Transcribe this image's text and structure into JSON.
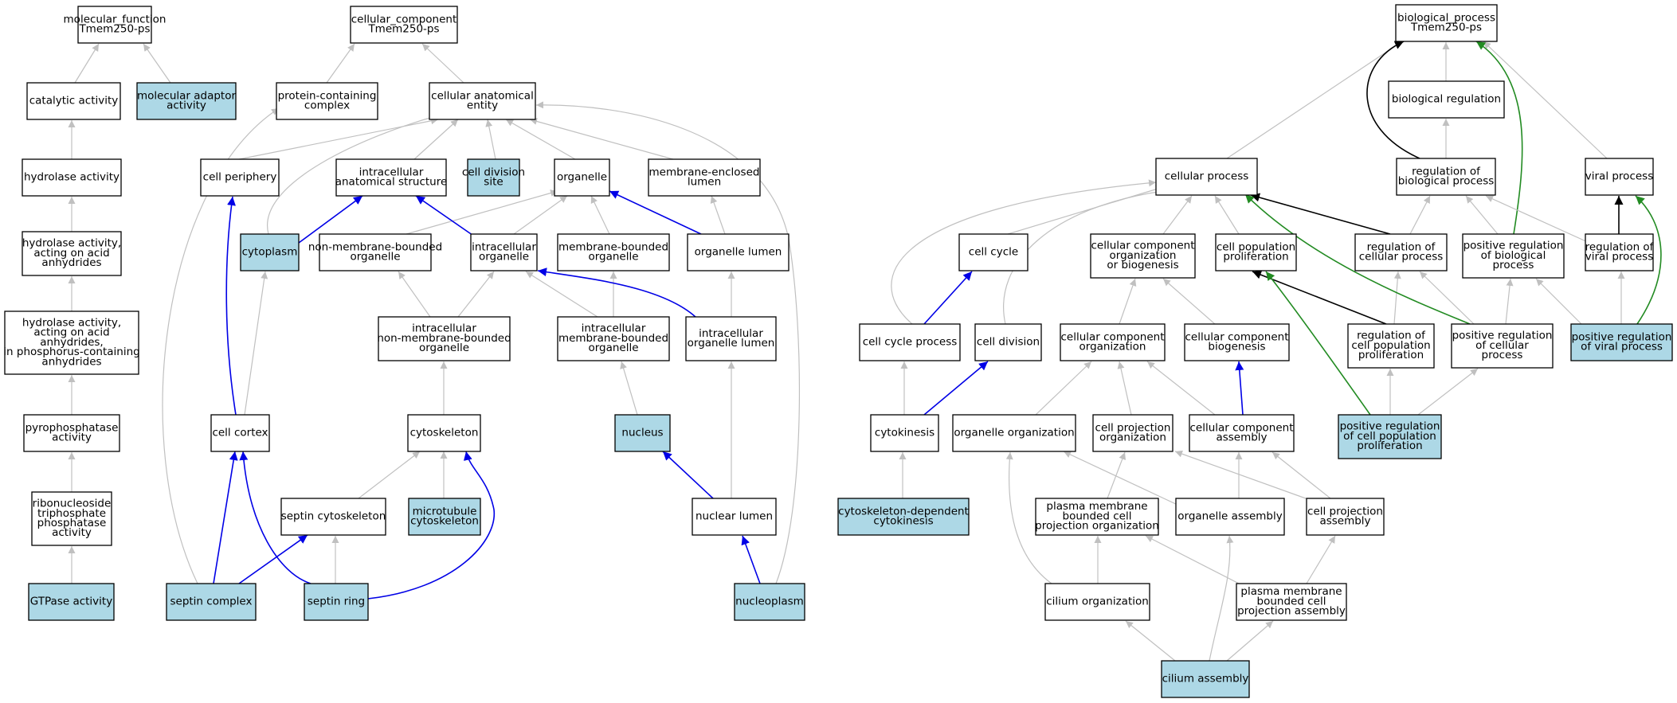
{
  "colors": {
    "highlight_fill": "#add8e6",
    "plain_fill": "#ffffff",
    "is_a_edge": "#c0c0c0",
    "part_of_edge": "#0000e6",
    "regulates_edge": "#000000",
    "positively_regulates_edge": "#228b22"
  },
  "nodes": [
    {
      "id": "mf_root",
      "lines": [
        "molecular_function",
        "Tmem250-ps"
      ],
      "highlight": false
    },
    {
      "id": "catalytic",
      "lines": [
        "catalytic activity"
      ],
      "highlight": false
    },
    {
      "id": "mol_adaptor",
      "lines": [
        "molecular adaptor",
        "activity"
      ],
      "highlight": true
    },
    {
      "id": "hydrolase",
      "lines": [
        "hydrolase activity"
      ],
      "highlight": false
    },
    {
      "id": "hydrolase_acid",
      "lines": [
        "hydrolase activity,",
        "acting on acid",
        "anhydrides"
      ],
      "highlight": false
    },
    {
      "id": "hydrolase_phos",
      "lines": [
        "hydrolase activity,",
        "acting on acid",
        "anhydrides,",
        "in phosphorus-containing",
        "anhydrides"
      ],
      "highlight": false
    },
    {
      "id": "pyrophosphatase",
      "lines": [
        "pyrophosphatase",
        "activity"
      ],
      "highlight": false
    },
    {
      "id": "ntpase",
      "lines": [
        "ribonucleoside",
        "triphosphate",
        "phosphatase",
        "activity"
      ],
      "highlight": false
    },
    {
      "id": "gtpase",
      "lines": [
        "GTPase activity"
      ],
      "highlight": true
    },
    {
      "id": "cc_root",
      "lines": [
        "cellular_component",
        "Tmem250-ps"
      ],
      "highlight": false
    },
    {
      "id": "protein_complex",
      "lines": [
        "protein-containing",
        "complex"
      ],
      "highlight": false
    },
    {
      "id": "cell_anat",
      "lines": [
        "cellular anatomical",
        "entity"
      ],
      "highlight": false
    },
    {
      "id": "cell_periphery",
      "lines": [
        "cell periphery"
      ],
      "highlight": false
    },
    {
      "id": "intra_anat",
      "lines": [
        "intracellular",
        "anatomical structure"
      ],
      "highlight": false
    },
    {
      "id": "cell_div_site",
      "lines": [
        "cell division",
        "site"
      ],
      "highlight": true
    },
    {
      "id": "organelle",
      "lines": [
        "organelle"
      ],
      "highlight": false
    },
    {
      "id": "membrane_lumen",
      "lines": [
        "membrane-enclosed",
        "lumen"
      ],
      "highlight": false
    },
    {
      "id": "cytoplasm",
      "lines": [
        "cytoplasm"
      ],
      "highlight": true
    },
    {
      "id": "non_mem_org",
      "lines": [
        "non-membrane-bounded",
        "organelle"
      ],
      "highlight": false
    },
    {
      "id": "intra_org",
      "lines": [
        "intracellular",
        "organelle"
      ],
      "highlight": false
    },
    {
      "id": "mem_org",
      "lines": [
        "membrane-bounded",
        "organelle"
      ],
      "highlight": false
    },
    {
      "id": "org_lumen",
      "lines": [
        "organelle lumen"
      ],
      "highlight": false
    },
    {
      "id": "intra_non_mem",
      "lines": [
        "intracellular",
        "non-membrane-bounded",
        "organelle"
      ],
      "highlight": false
    },
    {
      "id": "intra_mem",
      "lines": [
        "intracellular",
        "membrane-bounded",
        "organelle"
      ],
      "highlight": false
    },
    {
      "id": "intra_org_lumen",
      "lines": [
        "intracellular",
        "organelle lumen"
      ],
      "highlight": false
    },
    {
      "id": "cell_cortex",
      "lines": [
        "cell cortex"
      ],
      "highlight": false
    },
    {
      "id": "cytoskeleton",
      "lines": [
        "cytoskeleton"
      ],
      "highlight": false
    },
    {
      "id": "nucleus",
      "lines": [
        "nucleus"
      ],
      "highlight": true
    },
    {
      "id": "septin_cyto",
      "lines": [
        "septin cytoskeleton"
      ],
      "highlight": false
    },
    {
      "id": "microtubule_cyto",
      "lines": [
        "microtubule",
        "cytoskeleton"
      ],
      "highlight": true
    },
    {
      "id": "nuclear_lumen",
      "lines": [
        "nuclear lumen"
      ],
      "highlight": false
    },
    {
      "id": "septin_complex",
      "lines": [
        "septin complex"
      ],
      "highlight": true
    },
    {
      "id": "septin_ring",
      "lines": [
        "septin ring"
      ],
      "highlight": true
    },
    {
      "id": "nucleoplasm",
      "lines": [
        "nucleoplasm"
      ],
      "highlight": true
    },
    {
      "id": "bp_root",
      "lines": [
        "biological_process",
        "Tmem250-ps"
      ],
      "highlight": false
    },
    {
      "id": "bio_reg",
      "lines": [
        "biological regulation"
      ],
      "highlight": false
    },
    {
      "id": "cell_proc",
      "lines": [
        "cellular process"
      ],
      "highlight": false
    },
    {
      "id": "reg_bio",
      "lines": [
        "regulation of",
        "biological process"
      ],
      "highlight": false
    },
    {
      "id": "viral_proc",
      "lines": [
        "viral process"
      ],
      "highlight": false
    },
    {
      "id": "cell_cycle",
      "lines": [
        "cell cycle"
      ],
      "highlight": false
    },
    {
      "id": "ccob",
      "lines": [
        "cellular component",
        "organization",
        "or biogenesis"
      ],
      "highlight": false
    },
    {
      "id": "cell_pop_prolif",
      "lines": [
        "cell population",
        "proliferation"
      ],
      "highlight": false
    },
    {
      "id": "reg_cell_proc",
      "lines": [
        "regulation of",
        "cellular process"
      ],
      "highlight": false
    },
    {
      "id": "pos_reg_bio",
      "lines": [
        "positive regulation",
        "of biological",
        "process"
      ],
      "highlight": false
    },
    {
      "id": "reg_viral",
      "lines": [
        "regulation of",
        "viral process"
      ],
      "highlight": false
    },
    {
      "id": "cell_cycle_proc",
      "lines": [
        "cell cycle process"
      ],
      "highlight": false
    },
    {
      "id": "cell_division",
      "lines": [
        "cell division"
      ],
      "highlight": false
    },
    {
      "id": "cc_org",
      "lines": [
        "cellular component",
        "organization"
      ],
      "highlight": false
    },
    {
      "id": "cc_biogen",
      "lines": [
        "cellular component",
        "biogenesis"
      ],
      "highlight": false
    },
    {
      "id": "reg_cell_pop",
      "lines": [
        "regulation of",
        "cell population",
        "proliferation"
      ],
      "highlight": false
    },
    {
      "id": "pos_reg_cell_proc",
      "lines": [
        "positive regulation",
        "of cellular",
        "process"
      ],
      "highlight": false
    },
    {
      "id": "pos_reg_viral",
      "lines": [
        "positive regulation",
        "of viral process"
      ],
      "highlight": true
    },
    {
      "id": "cytokinesis",
      "lines": [
        "cytokinesis"
      ],
      "highlight": false
    },
    {
      "id": "organelle_org",
      "lines": [
        "organelle organization"
      ],
      "highlight": false
    },
    {
      "id": "cell_proj_org",
      "lines": [
        "cell projection",
        "organization"
      ],
      "highlight": false
    },
    {
      "id": "cc_assembly",
      "lines": [
        "cellular component",
        "assembly"
      ],
      "highlight": false
    },
    {
      "id": "pos_reg_cell_pop",
      "lines": [
        "positive regulation",
        "of cell population",
        "proliferation"
      ],
      "highlight": true
    },
    {
      "id": "cyto_dep_cytokinesis",
      "lines": [
        "cytoskeleton-dependent",
        "cytokinesis"
      ],
      "highlight": true
    },
    {
      "id": "pm_proj_org",
      "lines": [
        "plasma membrane",
        "bounded cell",
        "projection organization"
      ],
      "highlight": false
    },
    {
      "id": "organelle_assembly",
      "lines": [
        "organelle assembly"
      ],
      "highlight": false
    },
    {
      "id": "cell_proj_assembly",
      "lines": [
        "cell projection",
        "assembly"
      ],
      "highlight": false
    },
    {
      "id": "cilium_org",
      "lines": [
        "cilium organization"
      ],
      "highlight": false
    },
    {
      "id": "pm_proj_assembly",
      "lines": [
        "plasma membrane",
        "bounded cell",
        "projection assembly"
      ],
      "highlight": false
    },
    {
      "id": "cilium_assembly",
      "lines": [
        "cilium assembly"
      ],
      "highlight": true
    }
  ],
  "edges": [
    {
      "from": "catalytic",
      "to": "mf_root",
      "type": "is_a"
    },
    {
      "from": "mol_adaptor",
      "to": "mf_root",
      "type": "is_a"
    },
    {
      "from": "hydrolase",
      "to": "catalytic",
      "type": "is_a"
    },
    {
      "from": "hydrolase_acid",
      "to": "hydrolase",
      "type": "is_a"
    },
    {
      "from": "hydrolase_phos",
      "to": "hydrolase_acid",
      "type": "is_a"
    },
    {
      "from": "pyrophosphatase",
      "to": "hydrolase_phos",
      "type": "is_a"
    },
    {
      "from": "ntpase",
      "to": "pyrophosphatase",
      "type": "is_a"
    },
    {
      "from": "gtpase",
      "to": "ntpase",
      "type": "is_a"
    },
    {
      "from": "protein_complex",
      "to": "cc_root",
      "type": "is_a"
    },
    {
      "from": "cell_anat",
      "to": "cc_root",
      "type": "is_a"
    },
    {
      "from": "cell_periphery",
      "to": "cell_anat",
      "type": "is_a"
    },
    {
      "from": "intra_anat",
      "to": "cell_anat",
      "type": "is_a"
    },
    {
      "from": "cell_div_site",
      "to": "cell_anat",
      "type": "is_a"
    },
    {
      "from": "organelle",
      "to": "cell_anat",
      "type": "is_a"
    },
    {
      "from": "membrane_lumen",
      "to": "cell_anat",
      "type": "is_a"
    },
    {
      "from": "cytoplasm",
      "to": "cell_anat",
      "type": "is_a"
    },
    {
      "from": "cytoplasm",
      "to": "intra_anat",
      "type": "part_of"
    },
    {
      "from": "non_mem_org",
      "to": "organelle",
      "type": "is_a"
    },
    {
      "from": "intra_org",
      "to": "organelle",
      "type": "is_a"
    },
    {
      "from": "intra_org",
      "to": "intra_anat",
      "type": "part_of"
    },
    {
      "from": "mem_org",
      "to": "organelle",
      "type": "is_a"
    },
    {
      "from": "org_lumen",
      "to": "organelle",
      "type": "part_of"
    },
    {
      "from": "org_lumen",
      "to": "membrane_lumen",
      "type": "is_a"
    },
    {
      "from": "intra_non_mem",
      "to": "non_mem_org",
      "type": "is_a"
    },
    {
      "from": "intra_non_mem",
      "to": "intra_org",
      "type": "is_a"
    },
    {
      "from": "intra_mem",
      "to": "intra_org",
      "type": "is_a"
    },
    {
      "from": "intra_mem",
      "to": "mem_org",
      "type": "is_a"
    },
    {
      "from": "intra_org_lumen",
      "to": "intra_org",
      "type": "part_of"
    },
    {
      "from": "intra_org_lumen",
      "to": "org_lumen",
      "type": "is_a"
    },
    {
      "from": "cell_cortex",
      "to": "cell_periphery",
      "type": "part_of"
    },
    {
      "from": "cell_cortex",
      "to": "cytoplasm",
      "type": "is_a"
    },
    {
      "from": "cytoskeleton",
      "to": "intra_non_mem",
      "type": "is_a"
    },
    {
      "from": "nucleus",
      "to": "intra_mem",
      "type": "is_a"
    },
    {
      "from": "septin_cyto",
      "to": "cytoskeleton",
      "type": "is_a"
    },
    {
      "from": "microtubule_cyto",
      "to": "cytoskeleton",
      "type": "is_a"
    },
    {
      "from": "nuclear_lumen",
      "to": "intra_org_lumen",
      "type": "is_a"
    },
    {
      "from": "nuclear_lumen",
      "to": "nucleus",
      "type": "part_of"
    },
    {
      "from": "septin_complex",
      "to": "protein_complex",
      "type": "is_a"
    },
    {
      "from": "septin_complex",
      "to": "cell_cortex",
      "type": "part_of"
    },
    {
      "from": "septin_complex",
      "to": "septin_cyto",
      "type": "part_of"
    },
    {
      "from": "septin_ring",
      "to": "cell_cortex",
      "type": "part_of"
    },
    {
      "from": "septin_ring",
      "to": "septin_cyto",
      "type": "is_a"
    },
    {
      "from": "septin_ring",
      "to": "cytoskeleton",
      "type": "part_of"
    },
    {
      "from": "nucleoplasm",
      "to": "cell_anat",
      "type": "is_a"
    },
    {
      "from": "nucleoplasm",
      "to": "nuclear_lumen",
      "type": "part_of"
    },
    {
      "from": "bio_reg",
      "to": "bp_root",
      "type": "is_a"
    },
    {
      "from": "cell_proc",
      "to": "bp_root",
      "type": "is_a"
    },
    {
      "from": "reg_bio",
      "to": "bp_root",
      "type": "regulates"
    },
    {
      "from": "viral_proc",
      "to": "bp_root",
      "type": "is_a"
    },
    {
      "from": "pos_reg_bio",
      "to": "bp_root",
      "type": "positively_regulates"
    },
    {
      "from": "reg_bio",
      "to": "bio_reg",
      "type": "is_a"
    },
    {
      "from": "cell_cycle",
      "to": "cell_proc",
      "type": "is_a"
    },
    {
      "from": "ccob",
      "to": "cell_proc",
      "type": "is_a"
    },
    {
      "from": "cell_pop_prolif",
      "to": "cell_proc",
      "type": "is_a"
    },
    {
      "from": "reg_cell_proc",
      "to": "cell_proc",
      "type": "regulates"
    },
    {
      "from": "reg_cell_proc",
      "to": "reg_bio",
      "type": "is_a"
    },
    {
      "from": "pos_reg_bio",
      "to": "reg_bio",
      "type": "is_a"
    },
    {
      "from": "reg_viral",
      "to": "reg_bio",
      "type": "is_a"
    },
    {
      "from": "reg_viral",
      "to": "viral_proc",
      "type": "regulates"
    },
    {
      "from": "cell_cycle_proc",
      "to": "cell_proc",
      "type": "is_a"
    },
    {
      "from": "cell_cycle_proc",
      "to": "cell_cycle",
      "type": "part_of"
    },
    {
      "from": "cell_division",
      "to": "cell_proc",
      "type": "is_a"
    },
    {
      "from": "cc_org",
      "to": "ccob",
      "type": "is_a"
    },
    {
      "from": "cc_biogen",
      "to": "ccob",
      "type": "is_a"
    },
    {
      "from": "reg_cell_pop",
      "to": "cell_pop_prolif",
      "type": "regulates"
    },
    {
      "from": "reg_cell_pop",
      "to": "reg_cell_proc",
      "type": "is_a"
    },
    {
      "from": "pos_reg_cell_proc",
      "to": "cell_proc",
      "type": "positively_regulates"
    },
    {
      "from": "pos_reg_cell_proc",
      "to": "reg_cell_proc",
      "type": "is_a"
    },
    {
      "from": "pos_reg_cell_proc",
      "to": "pos_reg_bio",
      "type": "is_a"
    },
    {
      "from": "pos_reg_viral",
      "to": "pos_reg_bio",
      "type": "is_a"
    },
    {
      "from": "pos_reg_viral",
      "to": "reg_viral",
      "type": "is_a"
    },
    {
      "from": "pos_reg_viral",
      "to": "viral_proc",
      "type": "positively_regulates"
    },
    {
      "from": "cytokinesis",
      "to": "cell_cycle_proc",
      "type": "is_a"
    },
    {
      "from": "cytokinesis",
      "to": "cell_division",
      "type": "part_of"
    },
    {
      "from": "organelle_org",
      "to": "cc_org",
      "type": "is_a"
    },
    {
      "from": "cell_proj_org",
      "to": "cc_org",
      "type": "is_a"
    },
    {
      "from": "cc_assembly",
      "to": "cc_org",
      "type": "is_a"
    },
    {
      "from": "cc_assembly",
      "to": "cc_biogen",
      "type": "part_of"
    },
    {
      "from": "pos_reg_cell_pop",
      "to": "cell_pop_prolif",
      "type": "positively_regulates"
    },
    {
      "from": "pos_reg_cell_pop",
      "to": "reg_cell_pop",
      "type": "is_a"
    },
    {
      "from": "pos_reg_cell_pop",
      "to": "pos_reg_cell_proc",
      "type": "is_a"
    },
    {
      "from": "cyto_dep_cytokinesis",
      "to": "cytokinesis",
      "type": "is_a"
    },
    {
      "from": "pm_proj_org",
      "to": "cell_proj_org",
      "type": "is_a"
    },
    {
      "from": "organelle_assembly",
      "to": "organelle_org",
      "type": "is_a"
    },
    {
      "from": "organelle_assembly",
      "to": "cc_assembly",
      "type": "is_a"
    },
    {
      "from": "cell_proj_assembly",
      "to": "cell_proj_org",
      "type": "is_a"
    },
    {
      "from": "cell_proj_assembly",
      "to": "cc_assembly",
      "type": "is_a"
    },
    {
      "from": "cilium_org",
      "to": "organelle_org",
      "type": "is_a"
    },
    {
      "from": "cilium_org",
      "to": "pm_proj_org",
      "type": "is_a"
    },
    {
      "from": "pm_proj_assembly",
      "to": "pm_proj_org",
      "type": "is_a"
    },
    {
      "from": "pm_proj_assembly",
      "to": "cell_proj_assembly",
      "type": "is_a"
    },
    {
      "from": "cilium_assembly",
      "to": "cilium_org",
      "type": "is_a"
    },
    {
      "from": "cilium_assembly",
      "to": "organelle_assembly",
      "type": "is_a"
    },
    {
      "from": "cilium_assembly",
      "to": "pm_proj_assembly",
      "type": "is_a"
    }
  ]
}
